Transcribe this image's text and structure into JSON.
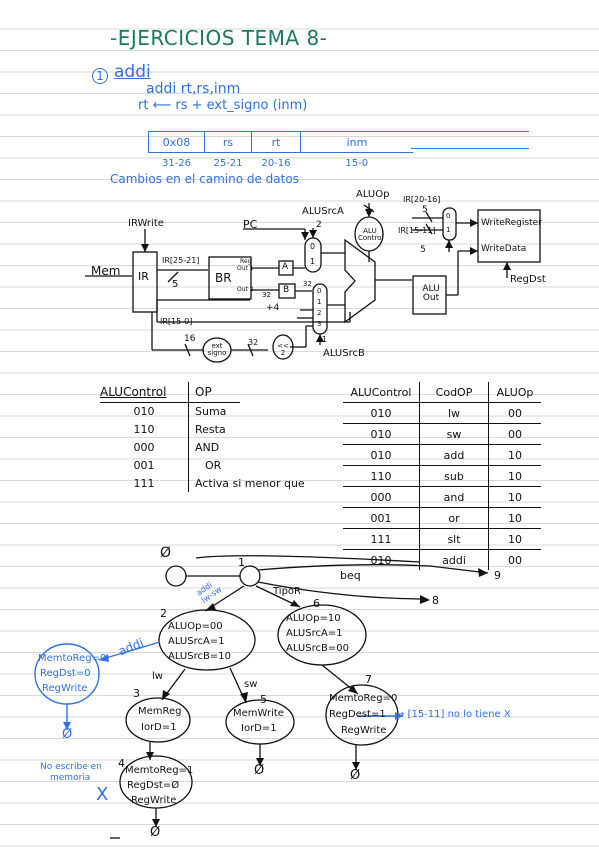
{
  "title": "-EJERCICIOS TEMA 8-",
  "item": {
    "number": "1",
    "name": "addi",
    "syntax": "addi rt,rs,inm",
    "operation": "rt ⟵ rs + ext_signo (inm)"
  },
  "instruction_format": {
    "fields": [
      "0x08",
      "rs",
      "rt",
      "inm"
    ],
    "bits": [
      "31-26",
      "25-21",
      "20-16",
      "15-0"
    ]
  },
  "datapath": {
    "heading": "Cambios en el camino de datos",
    "labels": {
      "alusrca": "ALUSrcA",
      "aluop": "ALUOp",
      "ir_field_2016": "IR[20-16]",
      "ir_field_1511": "IR[15-11]",
      "irwrite": "IRWrite",
      "pc": "PC",
      "writeregister": "WriteRegister",
      "writedata": "WriteData",
      "regdst": "RegDst",
      "mem": "Mem",
      "ir": "IR",
      "ir_field_2521": "IR[25-21]",
      "br": "BR",
      "br_reg1": "Reg",
      "br_out1": "Out 1",
      "br_out2": "Out 2",
      "reg_a": "A",
      "reg_b": "B",
      "alu_control": "ALU Control",
      "alu": "ALU",
      "aluout": "ALU Out",
      "ir_field_150": "IR[15-0]",
      "ext_signo": "ext signo",
      "shift": "<< 2",
      "alusrcb": "ALUSrcB",
      "n5a": "5",
      "n5b": "5",
      "n5c": "5",
      "n16": "16",
      "n32a": "32",
      "n32b": "32",
      "n32c": "32",
      "n2a": "2",
      "n2b": "2",
      "n1": "1",
      "plus4": "+4",
      "m0": "0",
      "m1": "1",
      "s0": "0",
      "s1": "1",
      "s2": "2",
      "s3": "3",
      "r0": "0",
      "r1": "1"
    }
  },
  "alucontrol_table": {
    "headers": [
      "ALUControl",
      "OP"
    ],
    "rows": [
      [
        "010",
        "Suma"
      ],
      [
        "110",
        "Resta"
      ],
      [
        "000",
        "AND"
      ],
      [
        "001",
        "OR"
      ],
      [
        "111",
        "Activa si menor que"
      ]
    ]
  },
  "aluop_table": {
    "headers": [
      "ALUControl",
      "CodOP",
      "ALUOp"
    ],
    "rows": [
      [
        "010",
        "lw",
        "00"
      ],
      [
        "010",
        "sw",
        "00"
      ],
      [
        "010",
        "add",
        "10"
      ],
      [
        "110",
        "sub",
        "10"
      ],
      [
        "000",
        "and",
        "10"
      ],
      [
        "001",
        "or",
        "10"
      ],
      [
        "111",
        "slt",
        "10"
      ],
      [
        "010",
        "addi",
        "00"
      ]
    ]
  },
  "fsm": {
    "state0_label": "Ø",
    "state1_label": "1",
    "beq": "beq",
    "to9": "9",
    "to8": "8",
    "addi_transition": "addi lw-sw",
    "tipor": "TipoR",
    "s2_num": "2",
    "s2_lines": [
      "ALUOp=00",
      "ALUSrcA=1",
      "ALUSrcB=10"
    ],
    "s6_num": "6",
    "s6_lines": [
      "ALUOp=10",
      "ALUSrcA=1",
      "ALUSrcB=00"
    ],
    "addi_label": "addi",
    "new_lines": [
      "MemtoReg=0",
      "RegDst=0",
      "RegWrite"
    ],
    "new_to": "Ø",
    "lw": "lw",
    "sw": "sw",
    "s3_num": "3",
    "s3_lines": [
      "MemReg",
      "IorD=1"
    ],
    "s5_num": "5",
    "s5_lines": [
      "MemWrite",
      "IorD=1"
    ],
    "s5_to": "Ø",
    "s7_num": "7",
    "s7_lines": [
      "MemtoReg=0",
      "RegDest=1",
      "RegWrite"
    ],
    "s7_note": "→ [15-11] no lo tiene X",
    "s7_to": "Ø",
    "s4_num": "4",
    "s4_lines": [
      "MemtoReg=1",
      "RegDst=Ø",
      "RegWrite"
    ],
    "s4_to": "Ø",
    "note_memory": [
      "No escribe en",
      "memoria"
    ],
    "cross": "X"
  },
  "colors": {
    "green": "#1a7a60",
    "blue": "#3070e0",
    "ink": "#111111"
  }
}
